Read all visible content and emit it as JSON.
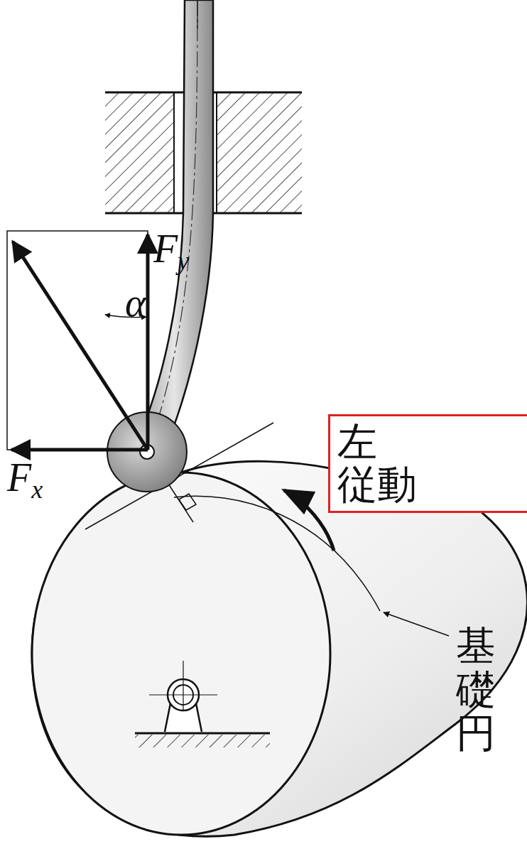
{
  "diagram": {
    "nodes": [
      {
        "text": [
          "左 従動"
        ]
      }
    ],
    "labels": [
      "Fy",
      "α",
      "Fx",
      "基礎円"
    ]
  }
}
